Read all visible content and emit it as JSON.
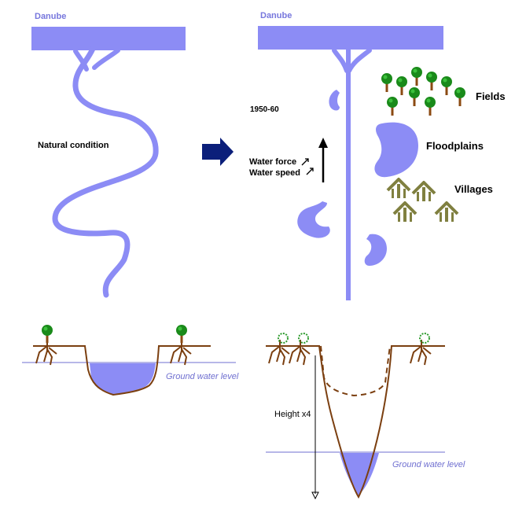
{
  "labels": {
    "river_left": "Danube",
    "river_right": "Danube",
    "natural_condition": "Natural condition",
    "period": "1950-60",
    "water_force": "Water force",
    "water_speed": "Water speed",
    "fields": "Fields",
    "floodplains": "Floodplains",
    "villages": "Villages",
    "ground_water_left": "Ground water level",
    "ground_water_right": "Ground water level",
    "height": "Height x4"
  },
  "colors": {
    "river": "#8c8cf5",
    "arrow": "#0b1f7a",
    "soil": "#7b3f10",
    "tree_leaf": "#1a8a1a",
    "tree_trunk": "#8b4a12",
    "village": "#808040",
    "ground_water_line": "#6f6fd0"
  },
  "icons": {
    "arrow": "right-arrow-icon",
    "tree": "tree-icon",
    "hut": "hut-icon",
    "up_arrow": "up-arrow-icon"
  }
}
